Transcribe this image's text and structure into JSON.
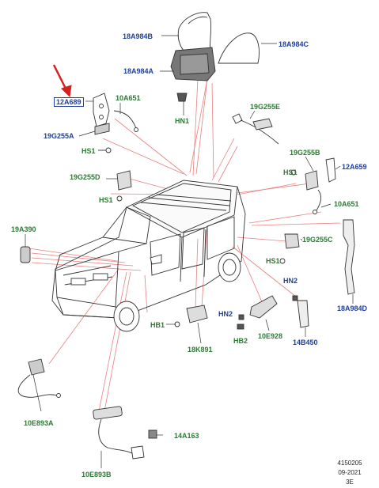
{
  "colors": {
    "part_blue": "#1f3f9a",
    "part_green": "#2d7a33",
    "leader": "#e06a6a",
    "arrow": "#d62020"
  },
  "labels": {
    "l_18A984B": "18A984B",
    "l_18A984C": "18A984C",
    "l_18A984A": "18A984A",
    "l_12A689": "12A689",
    "l_10A651_top": "10A651",
    "l_HN1": "HN1",
    "l_19G255E": "19G255E",
    "l_19G255A": "19G255A",
    "l_HS1_a": "HS1",
    "l_19G255B": "19G255B",
    "l_HS1_b": "HS1",
    "l_12A659": "12A659",
    "l_19G255D": "19G255D",
    "l_HS1_c": "HS1",
    "l_10A651_right": "10A651",
    "l_19A390": "19A390",
    "l_19G255C": "19G255C",
    "l_HS1_d": "HS1",
    "l_HN2_a": "HN2",
    "l_18A984D": "18A984D",
    "l_HN2_b": "HN2",
    "l_HB1": "HB1",
    "l_HB2": "HB2",
    "l_10E928": "10E928",
    "l_14B450": "14B450",
    "l_18K891": "18K891",
    "l_10E893A": "10E893A",
    "l_14A163": "14A163",
    "l_10E893B": "10E893B"
  },
  "reference": {
    "number": "4150205",
    "date": "09-2021",
    "code": "3E"
  }
}
